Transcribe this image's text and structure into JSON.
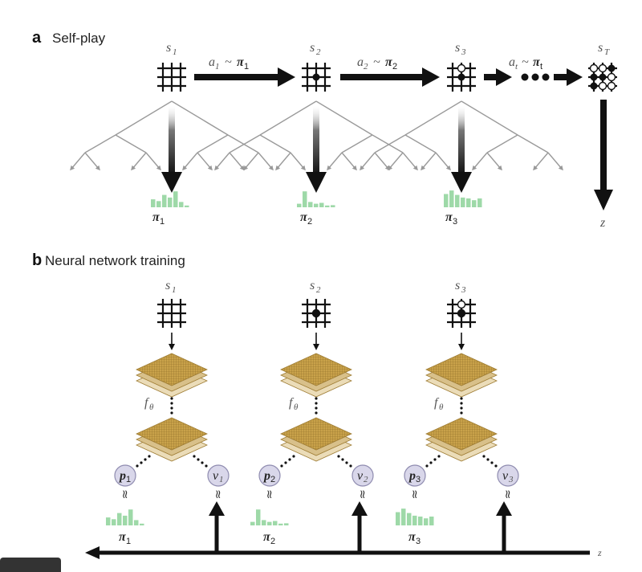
{
  "panel_a": {
    "letter": "a",
    "title": "Self-play",
    "states": [
      {
        "sym": "s",
        "sub": "1"
      },
      {
        "sym": "s",
        "sub": "2"
      },
      {
        "sym": "s",
        "sub": "3"
      },
      {
        "sym": "s",
        "sub": "T"
      }
    ],
    "actions": [
      {
        "a": "a",
        "a_sub": "1",
        "tilde": "~",
        "pi": "π",
        "pi_sub": "1"
      },
      {
        "a": "a",
        "a_sub": "2",
        "tilde": "~",
        "pi": "π",
        "pi_sub": "2"
      },
      {
        "a": "a",
        "a_sub": "t",
        "tilde": "~",
        "pi": "π",
        "pi_sub": "t"
      }
    ],
    "policies": [
      {
        "sym": "π",
        "sub": "1",
        "bars": [
          0.45,
          0.35,
          0.7,
          0.55,
          0.9,
          0.3,
          0.1
        ]
      },
      {
        "sym": "π",
        "sub": "2",
        "bars": [
          0.2,
          0.9,
          0.3,
          0.2,
          0.25,
          0.1,
          0.12
        ]
      },
      {
        "sym": "π",
        "sub": "3",
        "bars": [
          0.75,
          0.95,
          0.7,
          0.55,
          0.5,
          0.4,
          0.5
        ]
      }
    ],
    "outcome": "z",
    "colors": {
      "policy_bar": "#9ed9a8",
      "arrow": "#111111",
      "tree": "#9a9a9a"
    }
  },
  "panel_b": {
    "letter": "b",
    "title": "Neural network training",
    "columns": [
      {
        "state_sym": "s",
        "state_sub": "1",
        "f": "f",
        "f_sub": "θ",
        "p": "p",
        "p_sub": "1",
        "v": "v",
        "v_sub": "1",
        "approx": "≈",
        "pi": "π",
        "pi_sub": "1",
        "bars": [
          0.45,
          0.35,
          0.7,
          0.55,
          0.9,
          0.3,
          0.1
        ]
      },
      {
        "state_sym": "s",
        "state_sub": "2",
        "f": "f",
        "f_sub": "θ",
        "p": "p",
        "p_sub": "2",
        "v": "v",
        "v_sub": "2",
        "approx": "≈",
        "pi": "π",
        "pi_sub": "2",
        "bars": [
          0.2,
          0.9,
          0.3,
          0.2,
          0.25,
          0.1,
          0.12
        ]
      },
      {
        "state_sym": "s",
        "state_sub": "3",
        "f": "f",
        "f_sub": "θ",
        "p": "p",
        "p_sub": "3",
        "v": "v",
        "v_sub": "3",
        "approx": "≈",
        "pi": "π",
        "pi_sub": "3",
        "bars": [
          0.75,
          0.95,
          0.7,
          0.55,
          0.5,
          0.4,
          0.5
        ]
      }
    ],
    "outcome": "z",
    "colors": {
      "layer_top": "#c9a24a",
      "layer_mid": "#d8c08a",
      "layer_low": "#ebdcb8",
      "node": "#d9d7ea",
      "node_stroke": "#8f8cb0"
    }
  }
}
